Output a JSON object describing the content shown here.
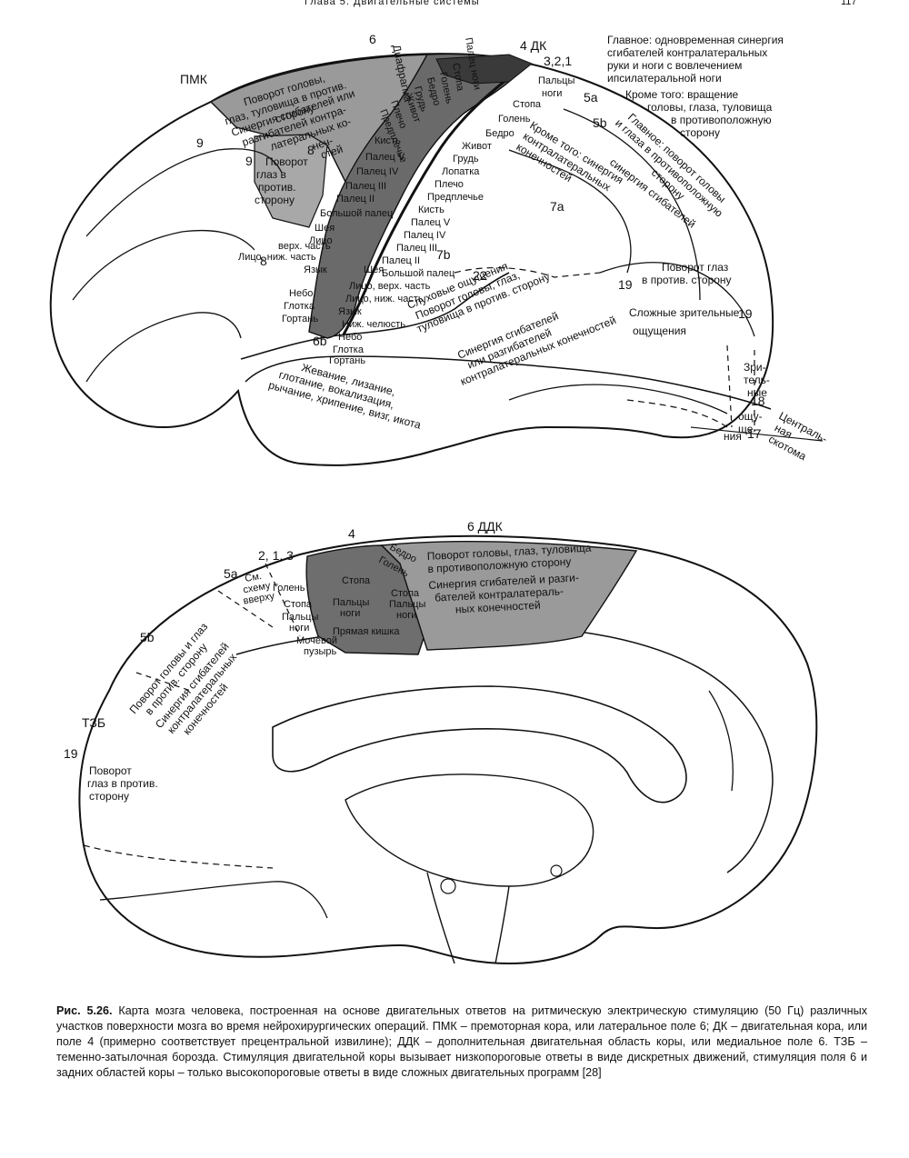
{
  "header": {
    "title": "Глава 5. Двигательные системы",
    "page_number": "117"
  },
  "lateral": {
    "area_labels": {
      "pmk": "ПМК",
      "a6": "6",
      "dk": "4 ДК",
      "a321": "3,2,1",
      "a5a": "5a",
      "a5b": "5b",
      "a9": "9",
      "a8": "8",
      "a9s": "9",
      "a8s": "8",
      "a6b": "6b",
      "a7a": "7a",
      "a7b": "7b",
      "a22": "22",
      "a19a": "19",
      "a19b": "19",
      "a18": "18",
      "a17": "17"
    },
    "ann_main": [
      "Главное: одновременная синергия",
      "сгибателей контралатеральных",
      "руки и ноги  с вовлечением",
      "ипсилатеральной ноги"
    ],
    "ann_besides": [
      "Кроме того: вращение",
      "головы, глаза, туловища",
      "в противоположную",
      "сторону"
    ],
    "pmk_text": [
      "Поворот головы,",
      "глаз, туловища в против.",
      "сторону"
    ],
    "pmk_syn": [
      "Синергия сгибателей или",
      "разгибателей контра-",
      "латеральных ко-",
      "неч-",
      "стей"
    ],
    "f8_text": [
      "Поворот",
      "глаз в",
      "против.",
      "сторону"
    ],
    "diaphragm": "Диафрагма",
    "precentral": [
      "Палец ноги",
      "Стопа",
      "Голень",
      "Бедро",
      "Грудь",
      "Живот",
      "Плечо",
      "Предплечье",
      "Кисть",
      "Палец V",
      "Палец IV",
      "Палец III",
      "Палец II",
      "Большой палец",
      "Шея",
      "Лицо",
      "верх. часть",
      "Лицо, ниж. часть",
      "Язык",
      "Небо",
      "Глотка",
      "Гортань"
    ],
    "postcentral": [
      "Пальцы",
      "ноги",
      "Стопа",
      "Голень",
      "Бедро",
      "Живот",
      "Грудь",
      "Лопатка",
      "Плечо",
      "Предплечье",
      "Кисть",
      "Палец V",
      "Палец IV",
      "Палец III",
      "Палец II",
      "Большой палец",
      "Шея",
      "Лицо, верх. часть",
      "Лицо, ниж. часть",
      "Язык",
      "Ниж. челюсть",
      "Небо",
      "Глотка",
      "Гортань"
    ],
    "f5b_text": [
      "Кроме того: синергия",
      "контралатеральных",
      "конечностей"
    ],
    "f7a_text": [
      "Главное: поворот головы",
      "и глаза в противоположную",
      "сторону"
    ],
    "f7a_syn": [
      "синергия сгибателей"
    ],
    "f22_text": [
      "Слуховые ощущения",
      "Поворот головы, глаз,",
      "туловища в против. сторону"
    ],
    "f22_syn": [
      "Синергия сгибателей",
      "или разгибателей",
      "контралатеральных конечностей"
    ],
    "f19_text": [
      "Поворот глаз",
      "в против. сторону"
    ],
    "complex_vis": [
      "Сложные зрительные",
      "ощущения"
    ],
    "f18_text": [
      "Зри-",
      "тель-",
      "ные",
      "ощу-",
      "ще-",
      "ния"
    ],
    "central_scotoma": [
      "Централь-",
      "ная",
      "скотома"
    ],
    "temporal_text": [
      "Жевание, лизание,",
      "глотание, вокализация,",
      "рычание, хрипение, визг, икота"
    ]
  },
  "medial": {
    "area_labels": {
      "a4": "4",
      "a6ddk": "6  ДДК",
      "a213": "2, 1, 3",
      "a5a": "5a",
      "a5b": "5b",
      "tzb": "ТЗБ",
      "a19": "19"
    },
    "m4_text": [
      "Бедро",
      "Голень",
      "Стопа",
      "Пальцы",
      "ноги",
      "Стопа",
      "Пальцы",
      "ноги",
      "Прямая кишка"
    ],
    "m6_text": [
      "Поворот головы, глаз, туловища",
      "в противоположную сторону",
      "Синергия сгибателей и разги-",
      "бателей контралатераль-",
      "ных конечностей"
    ],
    "m321_text": [
      "Голень",
      "Стопа",
      "Пальцы",
      "ноги",
      "Мочевой",
      "пузырь"
    ],
    "m5a_text": [
      "См.",
      "схему",
      "вверху"
    ],
    "m5b_text": [
      "Поворот головы и глаз",
      "в против. сторону",
      "Синергия сгибателей",
      "контралатеральных",
      "конечностей"
    ],
    "m19_text": [
      "Поворот",
      "глаз в против.",
      "сторону"
    ]
  },
  "caption": {
    "label": "Рис. 5.26.",
    "text": " Карта мозга человека, построенная на основе двигательных ответов на ритмическую электрическую стимуляцию (50 Гц) различных участков поверхности мозга во время нейрохирургических операций. ПМК – премоторная кора, или латеральное поле 6; ДК – двигательная кора, или поле 4 (примерно соответствует прецентральной извилине); ДДК – дополнительная двигательная область коры, или медиальное поле 6. ТЗБ – теменно-затылочная борозда. Стимуляция двигательной коры вызывает низкопороговые ответы в виде дискретных движений, стимуляция поля 6 и задних областей коры – только высокопороговые ответы в виде сложных двигательных программ [28]"
  },
  "colors": {
    "fill_dark": "#6a6a6a",
    "fill_mid": "#a4a4a4",
    "fill_light": "#8c8c8c",
    "line": "#111111"
  }
}
